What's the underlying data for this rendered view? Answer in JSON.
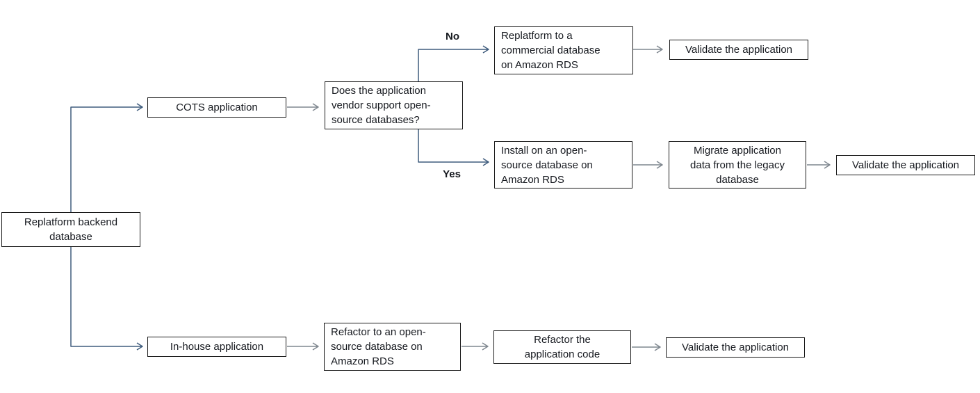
{
  "diagram": {
    "nodes": {
      "root": {
        "label": "Replatform backend\ndatabase"
      },
      "cots": {
        "label": "COTS application"
      },
      "vendor_decision": {
        "label": "Does the application\nvendor support open-\nsource databases?"
      },
      "replatform_commercial": {
        "label": "Replatform to a\ncommercial database\non Amazon RDS"
      },
      "validate_commercial": {
        "label": "Validate the application"
      },
      "install_open_source": {
        "label": "Install on an open-\nsource database on\nAmazon RDS"
      },
      "migrate_data": {
        "label": "Migrate application\ndata from the legacy\ndatabase"
      },
      "validate_open_source": {
        "label": "Validate the application"
      },
      "in_house": {
        "label": "In-house application"
      },
      "refactor_open_source": {
        "label": "Refactor to an open-\nsource database on\nAmazon RDS"
      },
      "refactor_code": {
        "label": "Refactor the\napplication code"
      },
      "validate_in_house": {
        "label": "Validate the application"
      }
    },
    "branch_labels": {
      "no": "No",
      "yes": "Yes"
    },
    "colors": {
      "tree_connector": "#3f5c7d",
      "arrow_connector": "#7f878f",
      "box_border": "#1a1a1a",
      "text": "#16191f",
      "background": "#ffffff"
    }
  }
}
